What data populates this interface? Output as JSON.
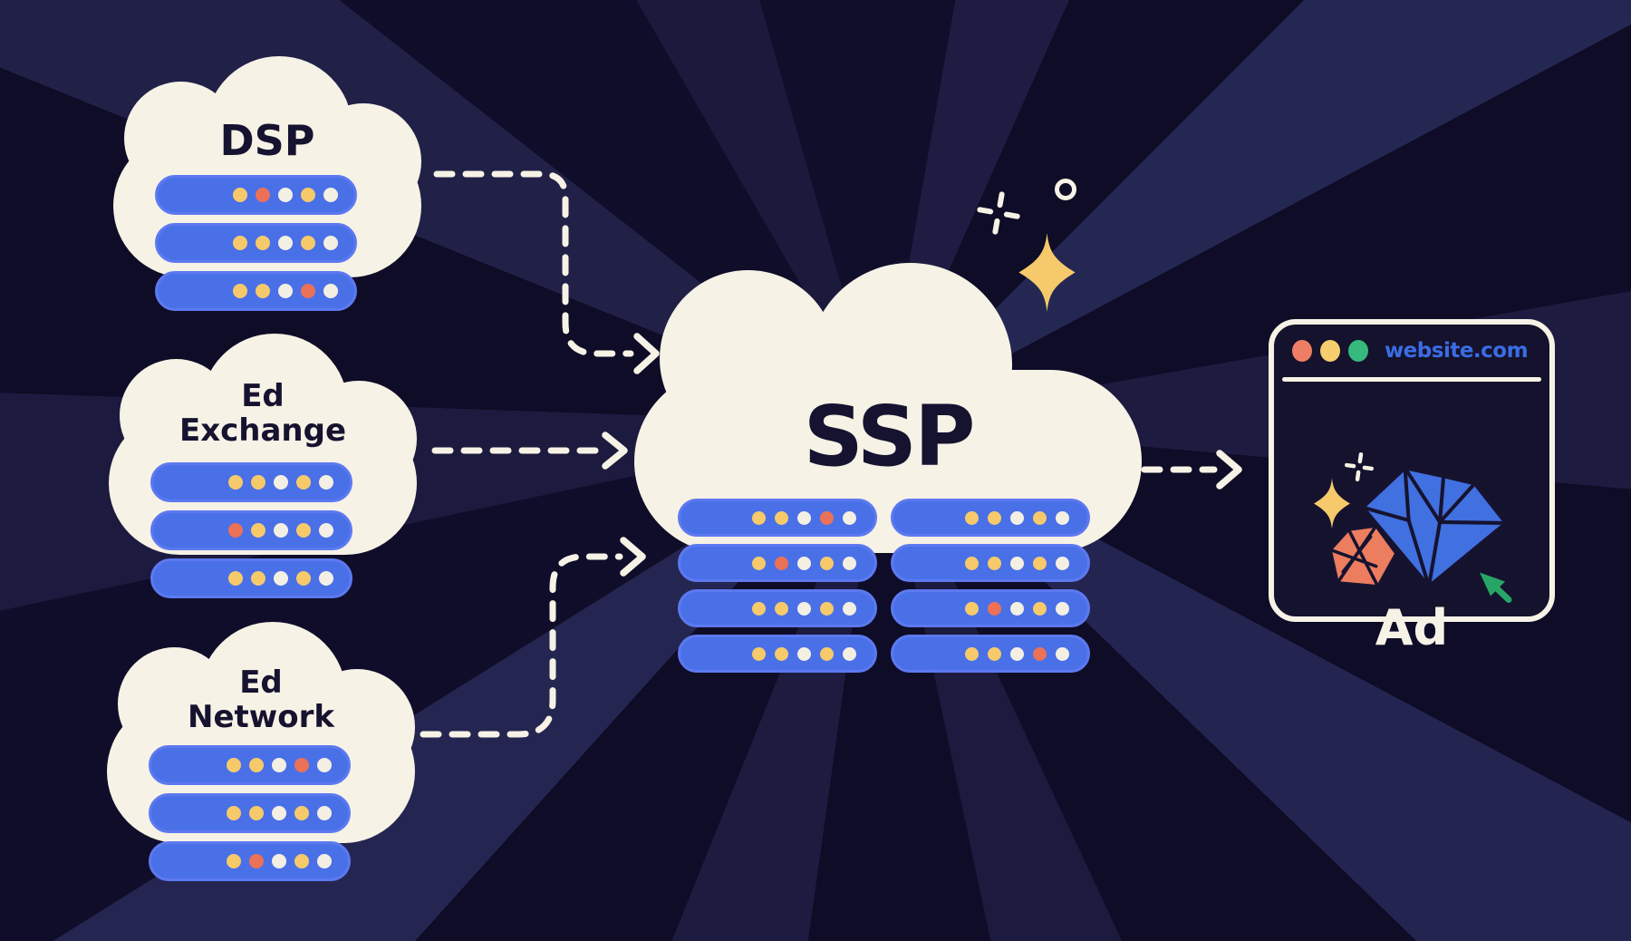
{
  "colors": {
    "background": "#0e0c26",
    "ray_light": "#1e1c42",
    "ray_bright": "#252753",
    "cloud": "#f7f2e6",
    "ink": "#161330",
    "server_fill": "#4a70e8",
    "server_border": "#5d79f0",
    "dot_yellow": "#f6c96b",
    "dot_red": "#eb7157",
    "dot_white": "#f4efe3",
    "url_blue": "#3b6ce5",
    "gem_blue": "#4170e0",
    "gem_orange": "#ec7d5e",
    "cursor_green": "#27a567",
    "star_yellow": "#f6c96b",
    "arrow": "#f7f2e6"
  },
  "clouds": {
    "dsp": {
      "label": "DSP",
      "racks": [
        [
          "y",
          "r",
          "w",
          "y",
          "w"
        ],
        [
          "y",
          "y",
          "w",
          "y",
          "w"
        ],
        [
          "y",
          "y",
          "w",
          "r",
          "w"
        ]
      ]
    },
    "ad_exchange": {
      "label": "Ed Exchange",
      "racks": [
        [
          "y",
          "y",
          "w",
          "y",
          "w"
        ],
        [
          "r",
          "y",
          "w",
          "y",
          "w"
        ],
        [
          "y",
          "y",
          "w",
          "y",
          "w"
        ]
      ]
    },
    "ad_network": {
      "label": "Ed Network",
      "racks": [
        [
          "y",
          "y",
          "w",
          "r",
          "w"
        ],
        [
          "y",
          "y",
          "w",
          "y",
          "w"
        ],
        [
          "y",
          "r",
          "w",
          "y",
          "w"
        ]
      ]
    },
    "ssp": {
      "label": "SSP",
      "racks_left": [
        [
          "y",
          "y",
          "w",
          "r",
          "w"
        ],
        [
          "y",
          "r",
          "w",
          "y",
          "w"
        ],
        [
          "y",
          "y",
          "w",
          "y",
          "w"
        ],
        [
          "y",
          "y",
          "w",
          "y",
          "w"
        ]
      ],
      "racks_right": [
        [
          "y",
          "y",
          "w",
          "y",
          "w"
        ],
        [
          "y",
          "y",
          "w",
          "y",
          "w"
        ],
        [
          "y",
          "r",
          "w",
          "y",
          "w"
        ],
        [
          "y",
          "y",
          "w",
          "r",
          "w"
        ]
      ]
    }
  },
  "browser": {
    "url": "website.com",
    "ad_label": "Ad",
    "traffic_lights": [
      {
        "name": "red",
        "color": "#ee7e63"
      },
      {
        "name": "yellow",
        "color": "#f7ce6e"
      },
      {
        "name": "green",
        "color": "#35b97d"
      }
    ]
  },
  "icons": {
    "sparkle_plus": "plus-shaped sparkle glint",
    "sparkle_circle": "small ring sparkle",
    "sparkle_star": "four-point star sparkle",
    "diamond": "large blue faceted diamond gem",
    "gem": "small orange faceted gem",
    "cursor": "green mouse cursor arrow",
    "server_bar": "blue server rack unit with status LEDs"
  }
}
